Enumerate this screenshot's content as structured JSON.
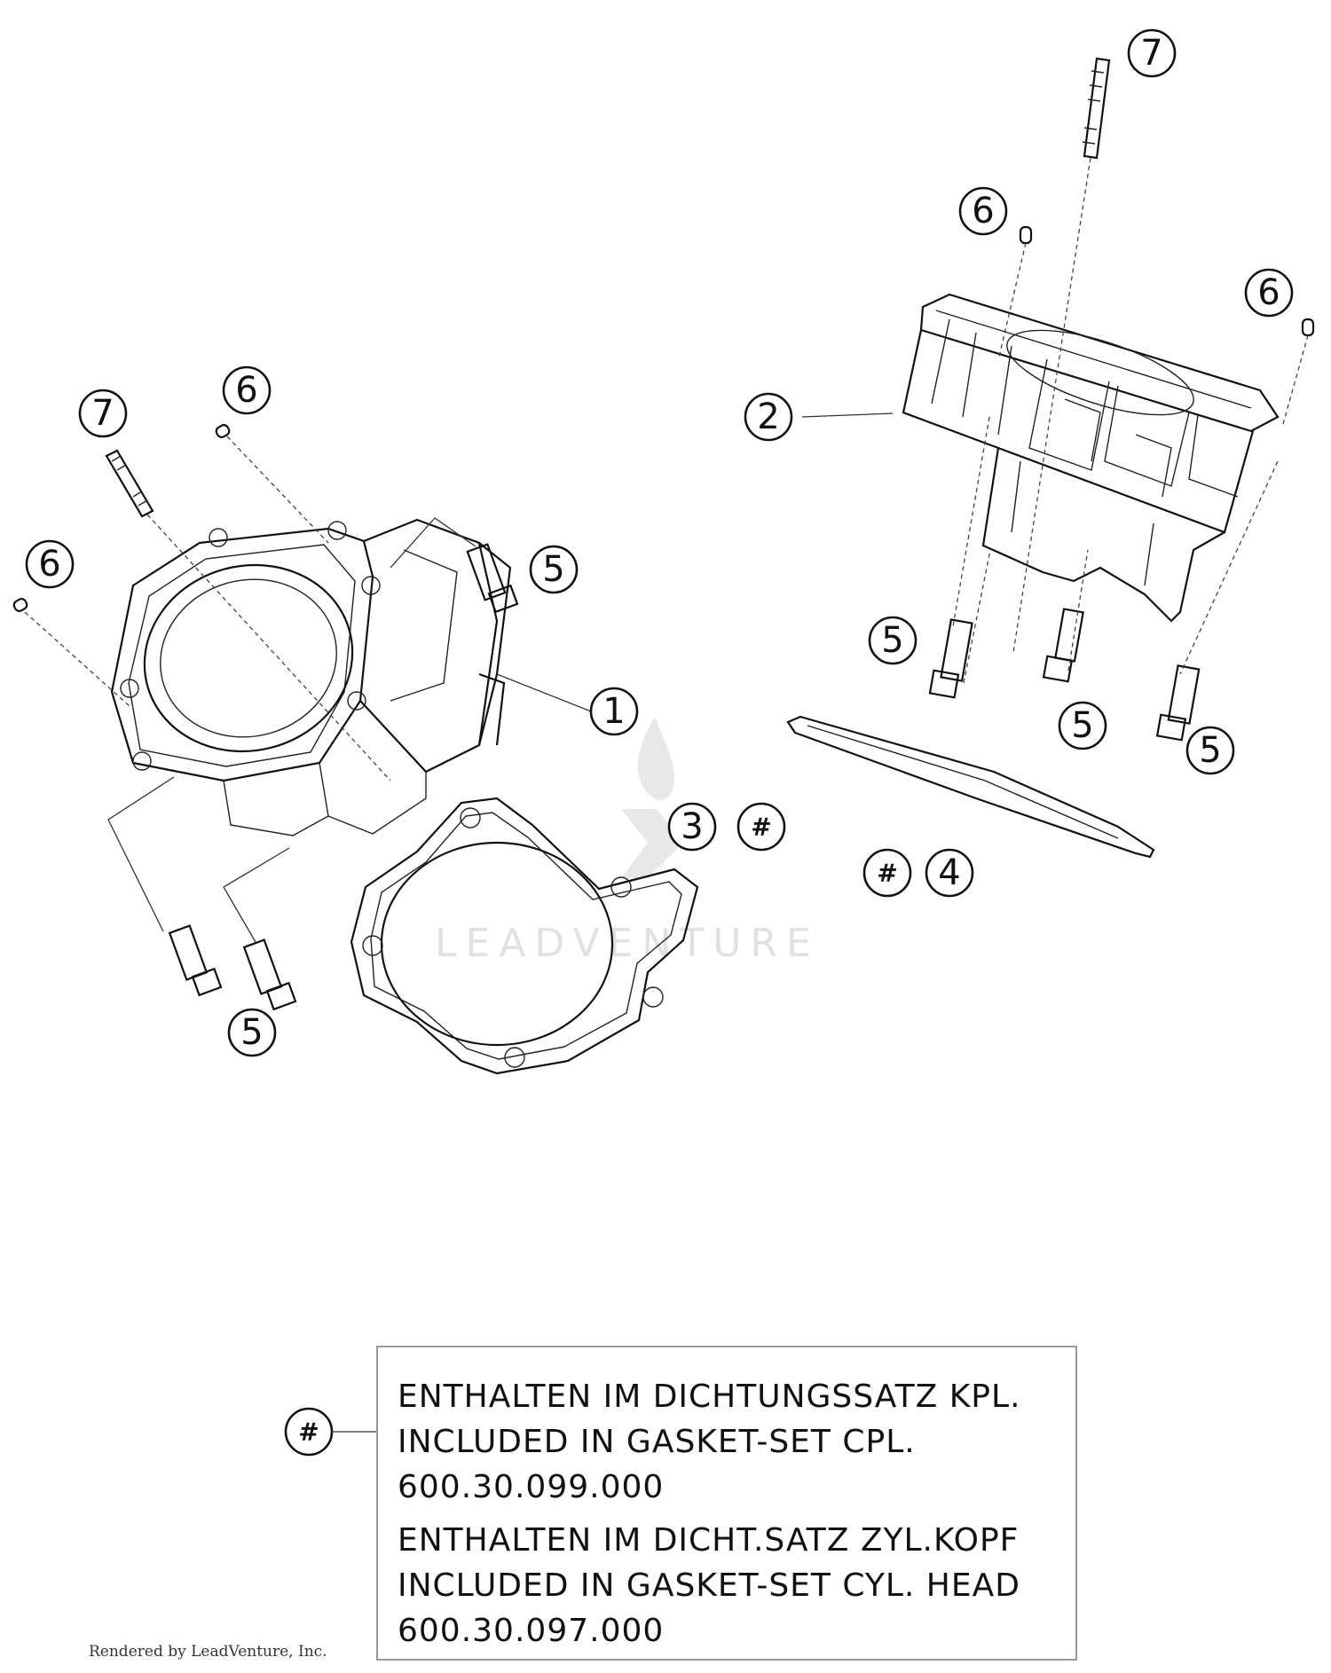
{
  "callouts": [
    {
      "id": "c-7a",
      "label": "7"
    },
    {
      "id": "c-6a",
      "label": "6"
    },
    {
      "id": "c-6b",
      "label": "6"
    },
    {
      "id": "c-2",
      "label": "2"
    },
    {
      "id": "c-5a",
      "label": "5"
    },
    {
      "id": "c-5b",
      "label": "5"
    },
    {
      "id": "c-5c",
      "label": "5"
    },
    {
      "id": "c-4",
      "label": "4"
    },
    {
      "id": "c-hash-4",
      "label": "#"
    },
    {
      "id": "c-7b",
      "label": "7"
    },
    {
      "id": "c-6c",
      "label": "6"
    },
    {
      "id": "c-6d",
      "label": "6"
    },
    {
      "id": "c-5d",
      "label": "5"
    },
    {
      "id": "c-1",
      "label": "1"
    },
    {
      "id": "c-3",
      "label": "3"
    },
    {
      "id": "c-hash-3",
      "label": "#"
    },
    {
      "id": "c-5e",
      "label": "5"
    }
  ],
  "legend": {
    "symbol": "#",
    "groups": [
      {
        "german": "ENTHALTEN IM DICHTUNGSSATZ KPL.",
        "english": "INCLUDED IN GASKET-SET CPL.",
        "part_number": "600.30.099.000"
      },
      {
        "german": "ENTHALTEN IM DICHT.SATZ ZYL.KOPF",
        "english": "INCLUDED IN GASKET-SET CYL. HEAD",
        "part_number": "600.30.097.000"
      }
    ]
  },
  "watermark": "LEADVENTURE",
  "credit": "Rendered by LeadVenture, Inc."
}
